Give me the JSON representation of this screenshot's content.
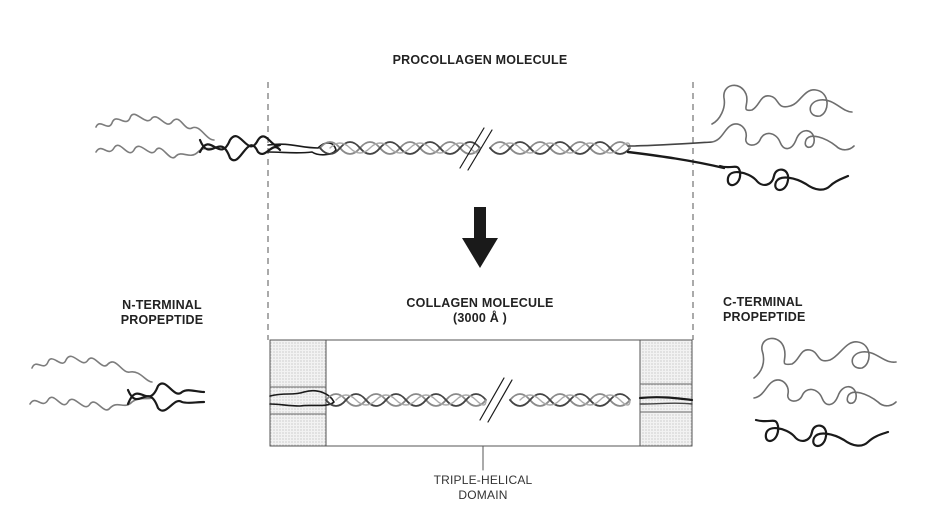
{
  "labels": {
    "procollagen": "PROCOLLAGEN MOLECULE",
    "collagen_line1": "COLLAGEN MOLECULE",
    "collagen_line2": "(3000 Å )",
    "n_terminal_line1": "N-TERMINAL",
    "n_terminal_line2": "PROPEPTIDE",
    "c_terminal_line1": "C-TERMINAL",
    "c_terminal_line2": "PROPEPTIDE",
    "domain_line1": "TRIPLE-HELICAL",
    "domain_line2": "DOMAIN"
  },
  "colors": {
    "strand_dark": "#1a1a1a",
    "strand_grey": "#8a8a8a",
    "telopeptide_shade": "#e6e6e6"
  },
  "icons": {
    "process_arrow": "down-arrow-icon"
  }
}
